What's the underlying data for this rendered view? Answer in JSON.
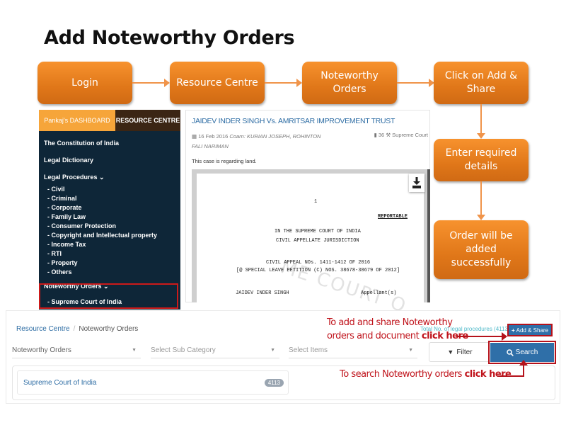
{
  "title": "Add Noteworthy Orders",
  "flow_steps": [
    {
      "label": "Login"
    },
    {
      "label": "Resource Centre"
    },
    {
      "label": "Noteworthy Orders"
    },
    {
      "label": "Click on Add & Share"
    },
    {
      "label": "Enter required details"
    },
    {
      "label": "Order will be added successfully"
    }
  ],
  "flow_color": "#e8801f",
  "sidebar": {
    "tabs": [
      {
        "label": "Pankaj's DASHBOARD",
        "active": true
      },
      {
        "label": "RESOURCE CENTRE",
        "active": false
      }
    ],
    "items": [
      {
        "label": "The Constitution of India"
      },
      {
        "label": "Legal Dictionary"
      },
      {
        "label": "Legal Procedures ⌄"
      }
    ],
    "legal_procedures": [
      "- Civil",
      "- Criminal",
      "- Corporate",
      "- Family Law",
      "- Consumer Protection",
      "- Copyright and Intellectual property",
      "- Income Tax",
      "- RTI",
      "- Property",
      "- Others"
    ],
    "noteworthy_label": "Noteworthy Orders ⌄",
    "noteworthy_sub": "- Supreme Court of India"
  },
  "document": {
    "title": "JAIDEV INDER SINGH Vs. AMRITSAR IMPROVEMENT TRUST",
    "date": "16 Feb 2016",
    "coram_label": "Coarn:",
    "coram": "KURIAN JOSEPH, ROHINTON",
    "coram2": "FALI NARIMAN",
    "pages": "36",
    "court": "Supreme Court",
    "description": "This case is regarding land.",
    "page_lines": {
      "page_no": "1",
      "reportable": "REPORTABLE",
      "l1": "IN THE SUPREME COURT OF INDIA",
      "l2": "CIVIL APPELLATE JURISDICTION",
      "l3": "CIVIL APPEAL NOs. 1411-1412 OF 2016",
      "l4": "[@ SPECIAL LEAVE PETITION (C) NOS. 38678-38679 OF 2012]",
      "l5": "JAIDEV INDER SINGH",
      "l6": "Appellant(s)",
      "watermark": "ME COURT O"
    }
  },
  "bottom": {
    "breadcrumb": {
      "link": "Resource Centre",
      "sep": "/",
      "current": "Noteworthy Orders"
    },
    "total_text": "Total No. of legal procedures (4113)",
    "add_share_label": "Add & Share",
    "selects": [
      {
        "value": "Noteworthy Orders"
      },
      {
        "placeholder": "Select Sub Category"
      },
      {
        "placeholder": "Select Items"
      }
    ],
    "filter_label": "Filter",
    "search_label": "Search",
    "list": [
      {
        "name": "Supreme Court of India",
        "count": "4113"
      }
    ]
  },
  "callouts": {
    "add_line1": "To add and share Noteworthy",
    "add_line2": "orders and document ",
    "add_click": "click here",
    "search_line": "To search Noteworthy orders ",
    "search_click": "click here"
  },
  "callout_color": "#c0141c"
}
